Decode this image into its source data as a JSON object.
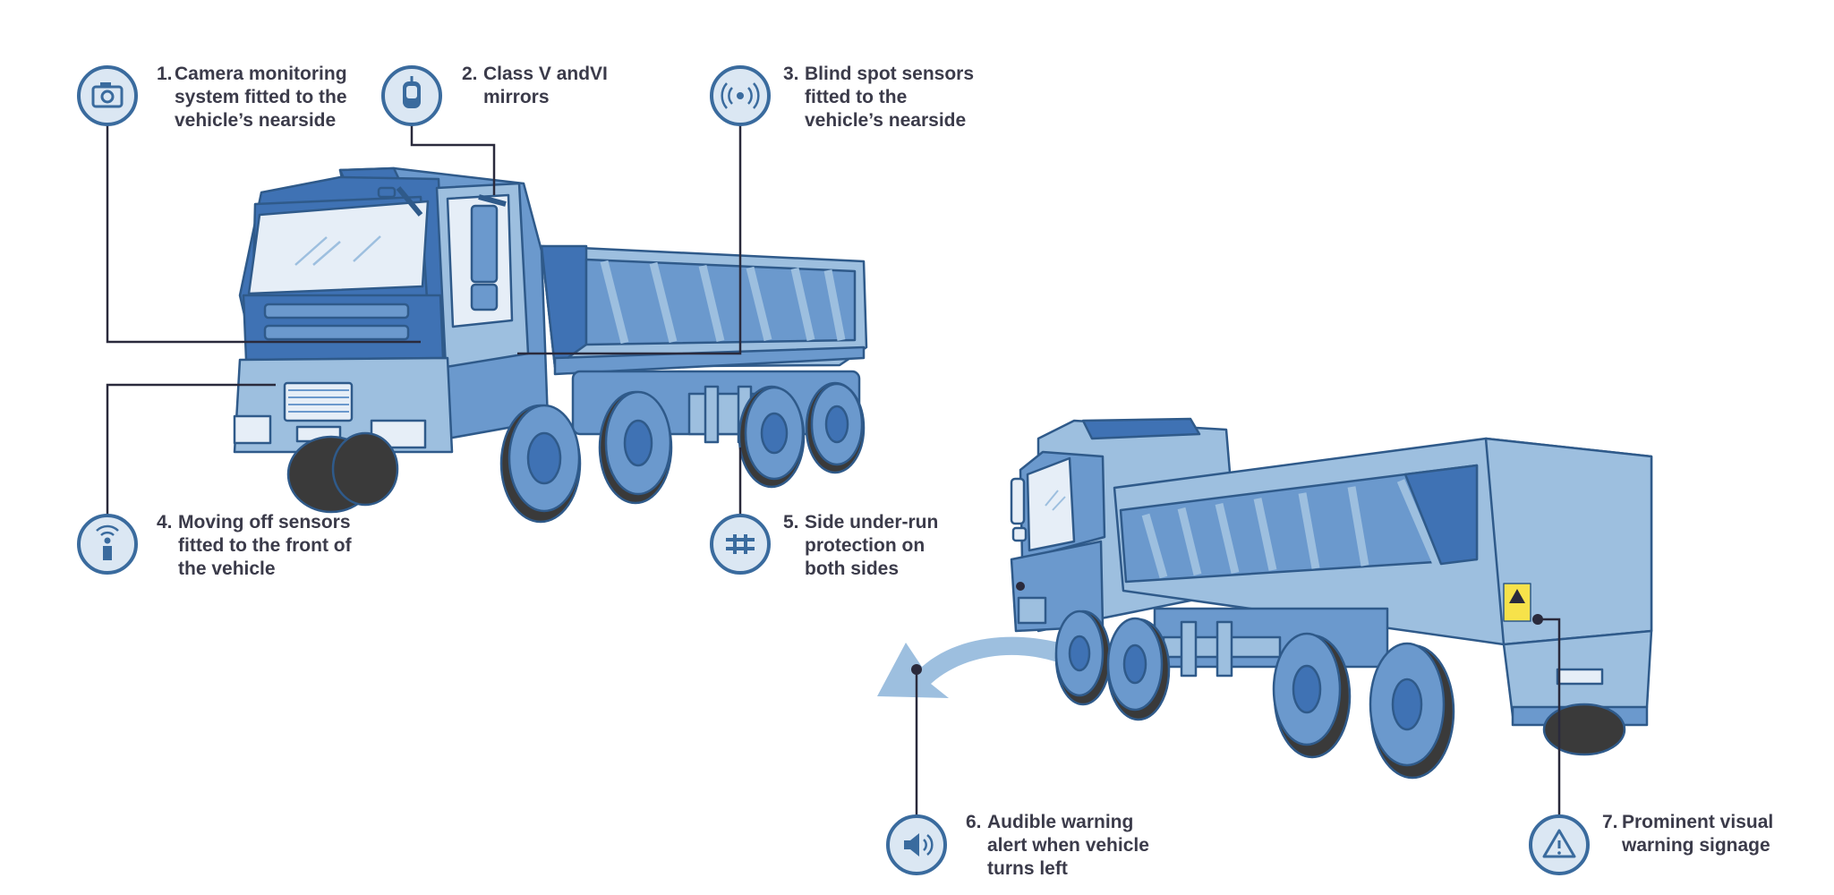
{
  "colors": {
    "dark_outline": "#2f5a8a",
    "icon_ring": "#3a6b9e",
    "icon_fill": "#dbe7f3",
    "leader": "#2a2a3c",
    "body_dark": "#3f72b4",
    "body_mid": "#6b99cd",
    "body_light": "#9dbfdf",
    "glass": "#e6eef7",
    "tyre": "#3a3a3a",
    "text": "#3b3b4a"
  },
  "callouts": [
    {
      "id": "camera",
      "number": "1.",
      "icon": "camera-icon",
      "lines": [
        "Camera monitoring",
        "system fitted to the",
        "vehicle’s nearside"
      ]
    },
    {
      "id": "mirrors",
      "number": "2.",
      "icon": "mirror-icon",
      "lines": [
        "Class V andVI",
        "mirrors"
      ]
    },
    {
      "id": "blindspot",
      "number": "3.",
      "icon": "sensor-waves-icon",
      "lines": [
        "Blind spot sensors",
        "fitted to the",
        "vehicle’s nearside"
      ]
    },
    {
      "id": "movingoff",
      "number": "4.",
      "icon": "proximity-sensor-icon",
      "lines": [
        "Moving off sensors",
        "fitted to the front of",
        "the vehicle"
      ]
    },
    {
      "id": "underrun",
      "number": "5.",
      "icon": "underrun-guard-icon",
      "lines": [
        "Side under-run",
        "protection on",
        "both sides"
      ]
    },
    {
      "id": "audible",
      "number": "6.",
      "icon": "speaker-icon",
      "lines": [
        "Audible warning",
        "alert when vehicle",
        "turns left"
      ]
    },
    {
      "id": "signage",
      "number": "7.",
      "icon": "warning-triangle-icon",
      "lines": [
        "Prominent visual",
        "warning signage"
      ]
    }
  ]
}
